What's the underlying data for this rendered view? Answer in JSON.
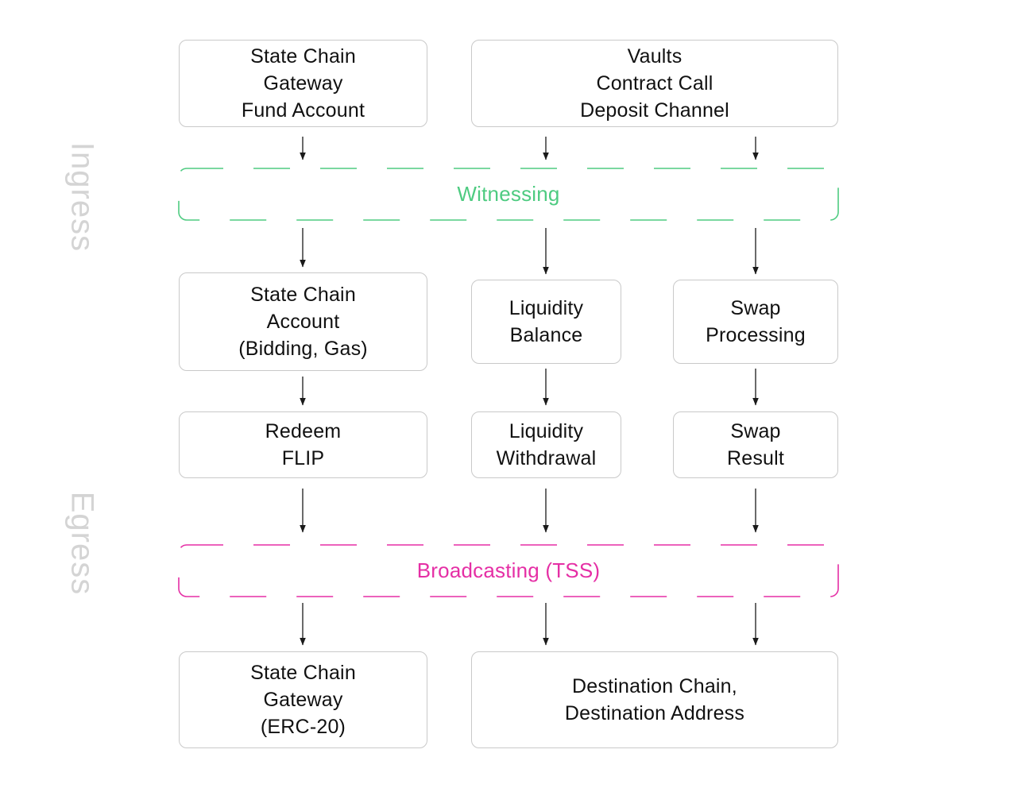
{
  "colors": {
    "background": "#ffffff",
    "box_border": "#c9c9c9",
    "box_text": "#111111",
    "arrow": "#1a1a1a",
    "witnessing_green": "#4ecb81",
    "broadcasting_pink": "#e52fa5",
    "section_label_gray": "#d4d4d4"
  },
  "section_labels": {
    "ingress": "Ingress",
    "egress": "Egress"
  },
  "phases": {
    "witnessing": {
      "label": "Witnessing",
      "color": "#4ecb81"
    },
    "broadcasting": {
      "label": "Broadcasting (TSS)",
      "color": "#e52fa5"
    }
  },
  "boxes": {
    "gateway_fund": {
      "lines": [
        "State Chain",
        "Gateway",
        "Fund Account"
      ]
    },
    "vaults": {
      "lines": [
        "Vaults",
        "Contract Call",
        "Deposit Channel"
      ]
    },
    "state_chain_account": {
      "lines": [
        "State Chain",
        "Account",
        "(Bidding, Gas)"
      ]
    },
    "liquidity_balance": {
      "lines": [
        "Liquidity",
        "Balance"
      ]
    },
    "swap_processing": {
      "lines": [
        "Swap",
        "Processing"
      ]
    },
    "redeem_flip": {
      "lines": [
        "Redeem",
        "FLIP"
      ]
    },
    "liquidity_withdrawal": {
      "lines": [
        "Liquidity",
        "Withdrawal"
      ]
    },
    "swap_result": {
      "lines": [
        "Swap",
        "Result"
      ]
    },
    "state_chain_gateway_erc20": {
      "lines": [
        "State Chain",
        "Gateway",
        "(ERC-20)"
      ]
    },
    "destination": {
      "lines": [
        "Destination Chain,",
        "Destination Address"
      ]
    }
  },
  "connections": [
    {
      "from": "gateway_fund",
      "to": "witnessing"
    },
    {
      "from": "vaults",
      "to": "witnessing"
    },
    {
      "from": "vaults",
      "to": "witnessing"
    },
    {
      "from": "witnessing",
      "to": "state_chain_account"
    },
    {
      "from": "witnessing",
      "to": "liquidity_balance"
    },
    {
      "from": "witnessing",
      "to": "swap_processing"
    },
    {
      "from": "state_chain_account",
      "to": "redeem_flip"
    },
    {
      "from": "liquidity_balance",
      "to": "liquidity_withdrawal"
    },
    {
      "from": "swap_processing",
      "to": "swap_result"
    },
    {
      "from": "redeem_flip",
      "to": "broadcasting"
    },
    {
      "from": "liquidity_withdrawal",
      "to": "broadcasting"
    },
    {
      "from": "swap_result",
      "to": "broadcasting"
    },
    {
      "from": "broadcasting",
      "to": "state_chain_gateway_erc20"
    },
    {
      "from": "broadcasting",
      "to": "destination"
    },
    {
      "from": "broadcasting",
      "to": "destination"
    }
  ]
}
